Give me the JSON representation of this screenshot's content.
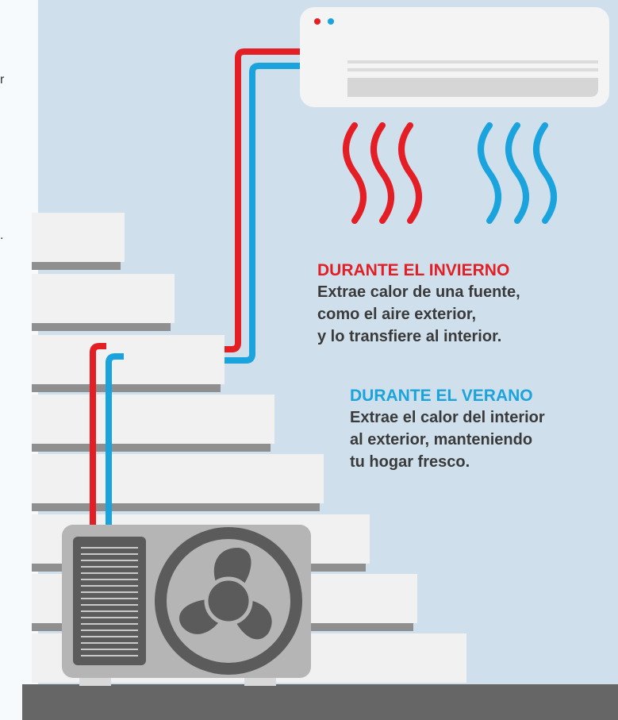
{
  "left_edge_text": [
    "r",
    "."
  ],
  "winter": {
    "heading": "DURANTE EL INVIERNO",
    "lines": [
      "Extrae calor de una fuente,",
      "como el aire exterior,",
      "y lo transfiere al interior."
    ]
  },
  "summer": {
    "heading": "DURANTE EL VERANO",
    "lines": [
      "Extrae el calor del interior",
      "al exterior, manteniendo",
      "tu hogar fresco."
    ]
  },
  "colors": {
    "hot": "#e31e24",
    "cold": "#1aa3dd",
    "sky": "#cfe0ec",
    "ground": "#666666",
    "unit_body": "#b5b5b5",
    "fan": "#5b5b5b"
  },
  "icons": [
    "indoor-ac-unit-icon",
    "outdoor-heat-pump-icon",
    "fan-icon",
    "heat-waves-icon",
    "cool-waves-icon"
  ]
}
